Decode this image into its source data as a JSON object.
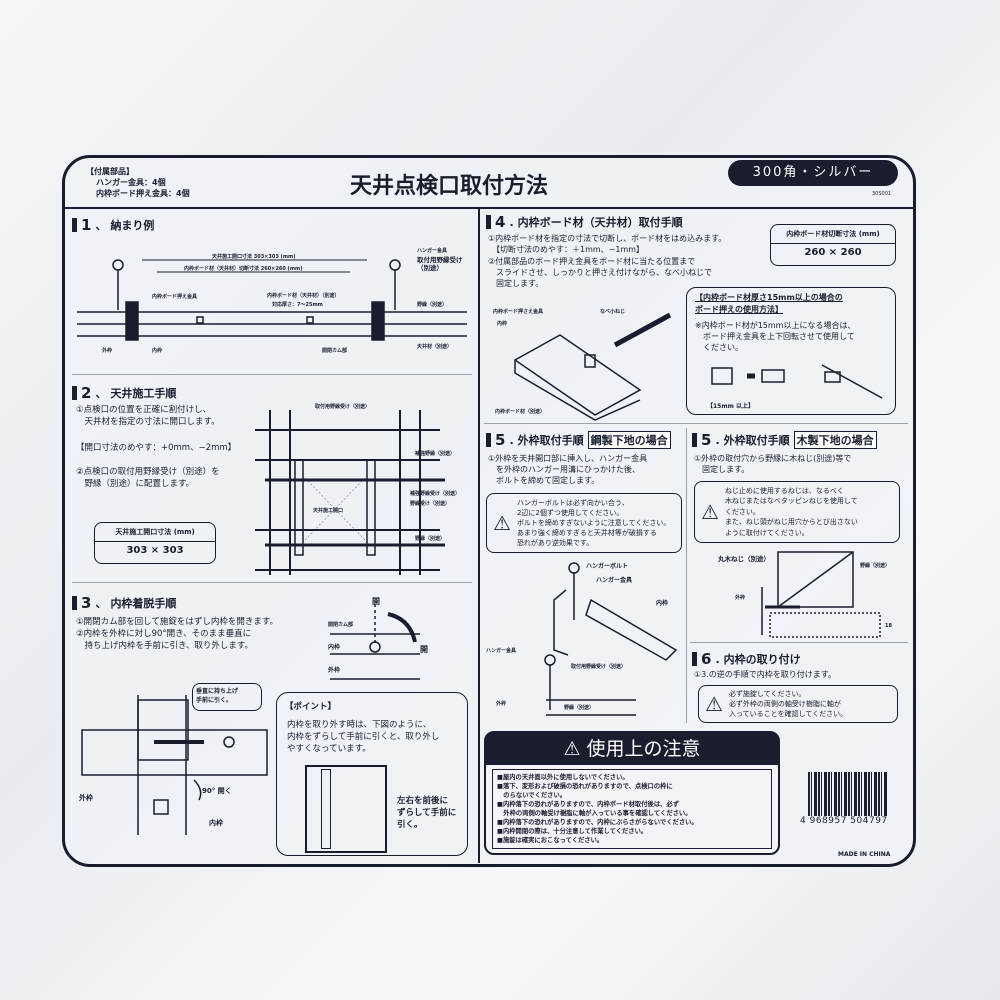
{
  "header": {
    "accessories_title": "【付属部品】",
    "accessories": [
      "ハンガー金具：4個",
      "内枠ボード押え金具：4個"
    ],
    "title": "天井点検口取付方法",
    "variant_badge": "300角・シルバー",
    "code": "30S001"
  },
  "section1": {
    "num": "1",
    "title": "納まり例",
    "labels": {
      "opening": "天井施工開口寸法 303×303 (mm)",
      "cut": "内枠ボード材（天井材）切断寸法 260×260 (mm)",
      "board_holder": "内枠ボード押え金具",
      "board": "内枠ボード材（天井材）（別途）",
      "thickness": "対応厚さ：7～25mm",
      "hanger": "ハンガー金具",
      "bracket": "取付用野縁受け（別途）",
      "joist": "野縁（別途）",
      "ceiling": "天井材（別途）",
      "cam": "開閉カム部",
      "outer": "外枠",
      "inner": "内枠"
    }
  },
  "section2": {
    "num": "2",
    "title": "天井施工手順",
    "step1": "①点検口の位置を正確に割付けし、\n　天井材を指定の寸法に開口します。",
    "tolerance": "【開口寸法のめやす：+0mm、−2mm】",
    "step2": "②点検口の取付用野縁受け（別途）を\n　野縁（別途）に配置します。",
    "size_label": "天井施工開口寸法 (mm)",
    "size_value": "303 × 303",
    "labels": {
      "bracket": "取付用野縁受け（別途）",
      "reinforce": "補強野縁（別途）",
      "reinforce_recv": "補強野縁受け（別途）",
      "joist_recv": "野縁受け（別途）",
      "joist": "野縁（別途）",
      "opening": "天井施工開口"
    }
  },
  "section3": {
    "num": "3",
    "title": "内枠着脱手順",
    "steps": "①開閉カム部を回して施錠をはずし内枠を開きます。\n②内枠を外枠に対し90°開き、そのまま垂直に\n　持ち上げ内枠を手前に引き、取り外します。",
    "callout": "垂直に持ち上げ\n手前に引く。",
    "open_label": "開",
    "cam_label": "開閉カム部",
    "inner": "内枠",
    "outer": "外枠",
    "angle": "90° 開く",
    "point_title": "【ポイント】",
    "point_text": "内枠を取り外す時は、下図のように、\n内枠をずらして手前に引くと、取り外し\nやすくなっています。",
    "point_hint": "左右を前後に\nずらして手前に\n引く。"
  },
  "section4": {
    "num": "4",
    "title": "内枠ボード材（天井材）取付手順",
    "step1": "①内枠ボード材を指定の寸法で切断し、ボード材をはめ込みます。\n　【切断寸法のめやす：＋1mm、−1mm】",
    "step2": "②付属部品のボード押え金具をボード材に当たる位置まで\n　スライドさせ、しっかりと押さえ付けながら、なべ小ねじで\n　固定します。",
    "size_label": "内枠ボード材切断寸法 (mm)",
    "size_value": "260 × 260",
    "labels": {
      "holder": "内枠ボード押さえ金具",
      "inner": "内枠",
      "screw": "なべ小ねじ",
      "board": "内枠ボード材（別途）"
    },
    "thick_title": "【内枠ボード材厚さ15mm以上の場合の\nボード押えの使用方法】",
    "thick_text": "※内枠ボード材が15mm以上になる場合は、\n　ボード押え金具を上下回転させて使用して\n　ください。",
    "thick_tag": "【15mm 以上】"
  },
  "section5_steel": {
    "num": "5",
    "title": "外枠取付手順",
    "tag": "鋼製下地の場合",
    "step": "①外枠を天井開口部に挿入し、ハンガー金具\n　を外枠のハンガー用溝にひっかけた後、\n　ボルトを締めて固定します。",
    "warning": "ハンガーボルトは必ず向かい合う、\n2辺に2個ずつ使用してください。\nボルトを締めすぎないように注意してください。\nあまり強く締めすぎると天井材等が破損する\n恐れがあり逆効果です。",
    "labels": {
      "bolt": "ハンガーボルト",
      "hanger": "ハンガー金具",
      "inner": "内枠",
      "hanger2": "ハンガー金具",
      "bracket": "取付用野縁受け（別途）",
      "joist": "野縁（別途）",
      "outer": "外枠"
    }
  },
  "section5_wood": {
    "num": "5",
    "title": "外枠取付手順",
    "tag": "木製下地の場合",
    "step": "①外枠の取付穴から野縁に木ねじ(別途)等で\n　固定します。",
    "warning": "ねじ止めに使用するねじは、なるべく\n木ねじまたはなべタッピンねじを使用して\nください。\nまた、ねじ頭がねじ用穴からとび出さない\nように取付けてください。",
    "labels": {
      "screw": "丸木ねじ（別途）",
      "joist": "野縁（別途）",
      "outer": "外枠",
      "dim": "18"
    }
  },
  "section6": {
    "num": "6",
    "title": "内枠の取り付け",
    "step": "①3.の逆の手順で内枠を取り付けます。",
    "warning": "必ず施錠してください。\n必ず外枠の両側の軸受け樹脂に軸が\n入っていることを確認してください。"
  },
  "caution": {
    "title": "⚠ 使用上の注意",
    "items": [
      "■屋内の天井面以外に使用しないでください。",
      "■落下、変形および破損の恐れがありますので、点検口の枠に\n　のらないでください。",
      "■内枠落下の恐れがありますので、内枠ボード材取付後は、必ず\n　外枠の両側の軸受け樹脂に軸が入っている事を確認してください。",
      "■内枠落下の恐れがありますので、内枠にぶらさがらないでください。",
      "■内枠開閉の際は、十分注意して作業してください。",
      "■施錠は確実におこなってください。"
    ]
  },
  "barcode": {
    "digits": "4 968957 504797"
  },
  "origin": "MADE IN CHINA",
  "colors": {
    "ink": "#1a1d2e",
    "paper": "#eef2f6"
  }
}
